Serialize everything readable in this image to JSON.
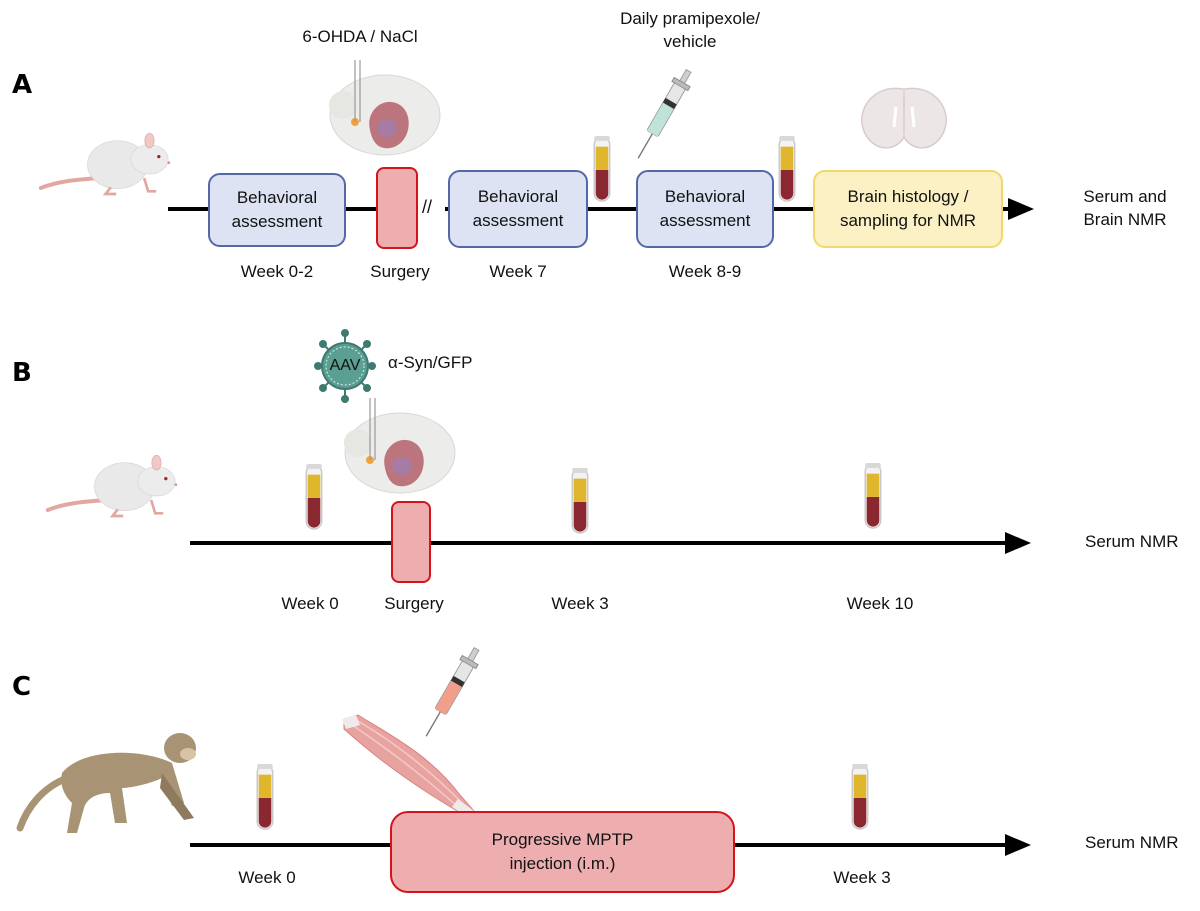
{
  "panels": {
    "A": {
      "label": "A",
      "treatment_label": "6-OHDA / NaCl",
      "injection_label_line1": "Daily pramipexole/",
      "injection_label_line2": "vehicle",
      "boxes": [
        {
          "line1": "Behavioral",
          "line2": "assessment",
          "color": "blue"
        },
        {
          "line1": "",
          "line2": "",
          "color": "red"
        },
        {
          "line1": "Behavioral",
          "line2": "assessment",
          "color": "blue"
        },
        {
          "line1": "Behavioral",
          "line2": "assessment",
          "color": "blue"
        },
        {
          "line1": "Brain histology /",
          "line2": "sampling for NMR",
          "color": "yellow"
        }
      ],
      "time_labels": [
        "Week 0-2",
        "Surgery",
        "Week 7",
        "Week 8-9"
      ],
      "break_symbol": "//",
      "endpoint_line1": "Serum and",
      "endpoint_line2": "Brain NMR",
      "icons": [
        "rat-icon",
        "brain-stereotaxic-icon",
        "blood-tube-icon",
        "syringe-icon",
        "blood-tube-icon",
        "brain-section-icon"
      ]
    },
    "B": {
      "label": "B",
      "virus_label": "AAV",
      "treatment_label": "α-Syn/GFP",
      "time_labels": [
        "Week 0",
        "Surgery",
        "Week 3",
        "Week 10"
      ],
      "endpoint": "Serum NMR",
      "icons": [
        "rat-icon",
        "aav-virus-icon",
        "brain-stereotaxic-icon",
        "blood-tube-icon",
        "blood-tube-icon",
        "blood-tube-icon"
      ]
    },
    "C": {
      "label": "C",
      "box_line1": "Progressive MPTP",
      "box_line2": "injection (i.m.)",
      "time_labels": [
        "Week 0",
        "Week 3"
      ],
      "endpoint": "Serum NMR",
      "icons": [
        "monkey-icon",
        "blood-tube-icon",
        "muscle-icon",
        "syringe-icon",
        "blood-tube-icon"
      ]
    }
  },
  "colors": {
    "behavior_box_fill": "#dde3f3",
    "behavior_box_border": "#5468a8",
    "surgery_fill": "#eeaeb0",
    "surgery_border": "#d3141c",
    "histology_fill": "#fbf1c4",
    "histology_border": "#f0d86c",
    "timeline": "#000000"
  }
}
